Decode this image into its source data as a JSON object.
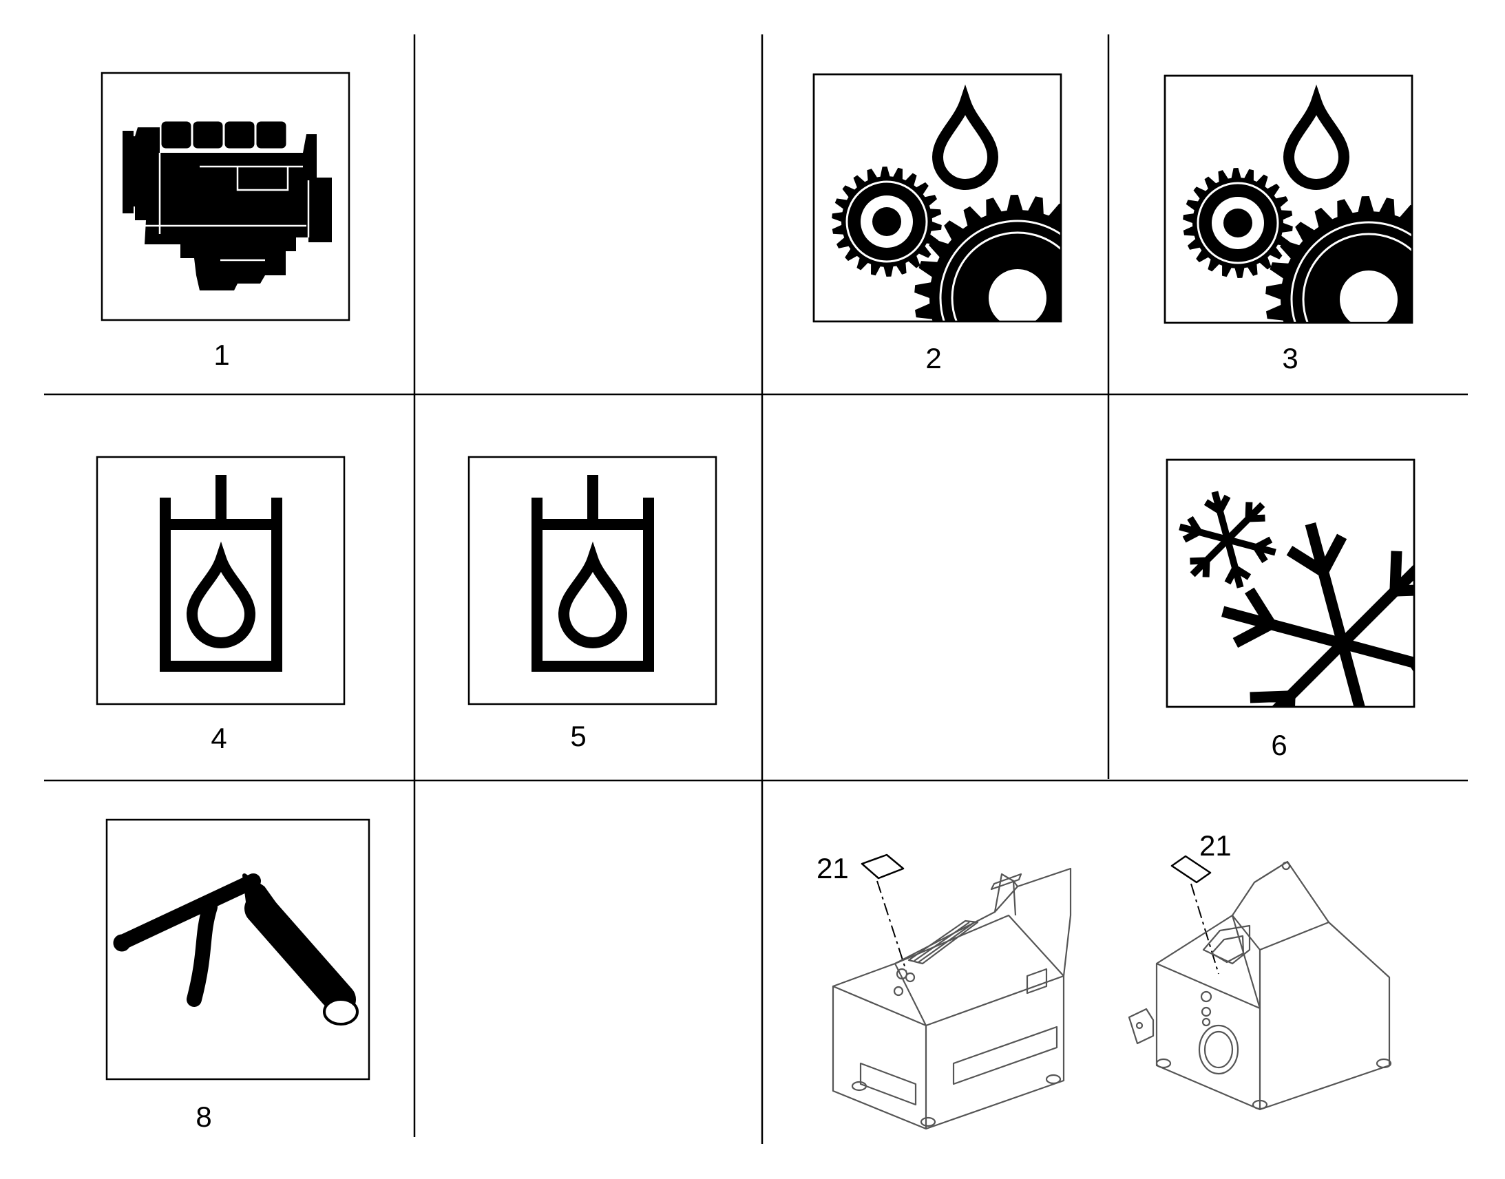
{
  "symbols": [
    {
      "id": "engine",
      "label": "1",
      "icon": "engine-icon"
    },
    {
      "id": "gearbox-oil-a",
      "label": "2",
      "icon": "gear-oil-icon"
    },
    {
      "id": "gearbox-oil-b",
      "label": "3",
      "icon": "gear-oil-icon"
    },
    {
      "id": "hydraulic-oil-a",
      "label": "4",
      "icon": "hydraulic-oil-icon"
    },
    {
      "id": "hydraulic-oil-b",
      "label": "5",
      "icon": "hydraulic-oil-icon"
    },
    {
      "id": "coolant",
      "label": "6",
      "icon": "coolant-snowflake-icon"
    },
    {
      "id": "grease",
      "label": "8",
      "icon": "grease-gun-icon"
    }
  ],
  "callouts": {
    "left": "21",
    "right": "21"
  }
}
